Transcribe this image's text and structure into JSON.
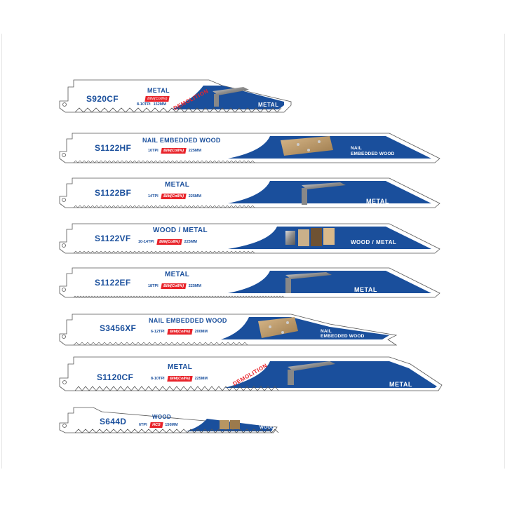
{
  "theme": {
    "blue": "#1a4f9c",
    "red": "#e8232a"
  },
  "blades": [
    {
      "code": "S920CF",
      "material": "METAL",
      "tpi": "8-10TPI",
      "badge": "BIM(Co8%)",
      "length": "152MM",
      "demolition": "DEMOLITION",
      "right_label": "METAL",
      "image": "steel-i-beam"
    },
    {
      "code": "S1122HF",
      "material": "NAIL EMBEDDED WOOD",
      "tpi": "10TPI",
      "badge": "BIM(Co8%)",
      "length": "225MM",
      "right_label_1": "NAIL",
      "right_label_2": "EMBEDDED WOOD",
      "image": "wood-with-nails"
    },
    {
      "code": "S1122BF",
      "material": "METAL",
      "tpi": "14TPI",
      "badge": "BIM(Co8%)",
      "length": "225MM",
      "right_label": "METAL",
      "image": "steel-i-beam"
    },
    {
      "code": "S1122VF",
      "material": "WOOD / METAL",
      "tpi": "10-14TPI",
      "badge": "BIM(Co8%)",
      "length": "225MM",
      "right_label": "WOOD / METAL",
      "image": "beam-and-wood"
    },
    {
      "code": "S1122EF",
      "material": "METAL",
      "tpi": "18TPI",
      "badge": "BIM(Co8%)",
      "length": "225MM",
      "right_label": "METAL",
      "image": "steel-i-beam"
    },
    {
      "code": "S3456XF",
      "material": "NAIL EMBEDDED WOOD",
      "tpi": "6-12TPI",
      "badge": "BIM(Co8%)",
      "length": "200MM",
      "right_label_1": "NAIL",
      "right_label_2": "EMBEDDED WOOD",
      "image": "wood-with-nails"
    },
    {
      "code": "S1120CF",
      "material": "METAL",
      "tpi": "8-10TPI",
      "badge": "BIM(Co8%)",
      "length": "225MM",
      "demolition": "DEMOLITION",
      "right_label": "METAL",
      "image": "steel-i-beam"
    },
    {
      "code": "S644D",
      "material": "WOOD",
      "tpi": "6TPI",
      "badge": "HCS",
      "length": "150MM",
      "right_label": "WOOD",
      "image": "wood-planks"
    }
  ]
}
